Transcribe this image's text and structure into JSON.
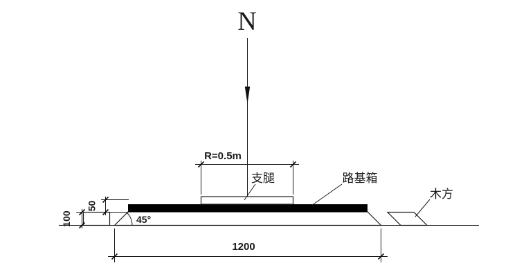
{
  "diagram": {
    "force_label": "N",
    "radius_dimension": "R=0.5m",
    "outrigger_label": "支腿",
    "roadbed_box_label": "路基箱",
    "timber_label": "木方",
    "plate_thickness_dimension": "50",
    "timber_height_dimension": "100",
    "spread_angle": "45°",
    "base_width_dimension": "1200",
    "colors": {
      "ink": "#1b1b1b",
      "solid_fill": "#000000",
      "background": "#ffffff"
    }
  }
}
